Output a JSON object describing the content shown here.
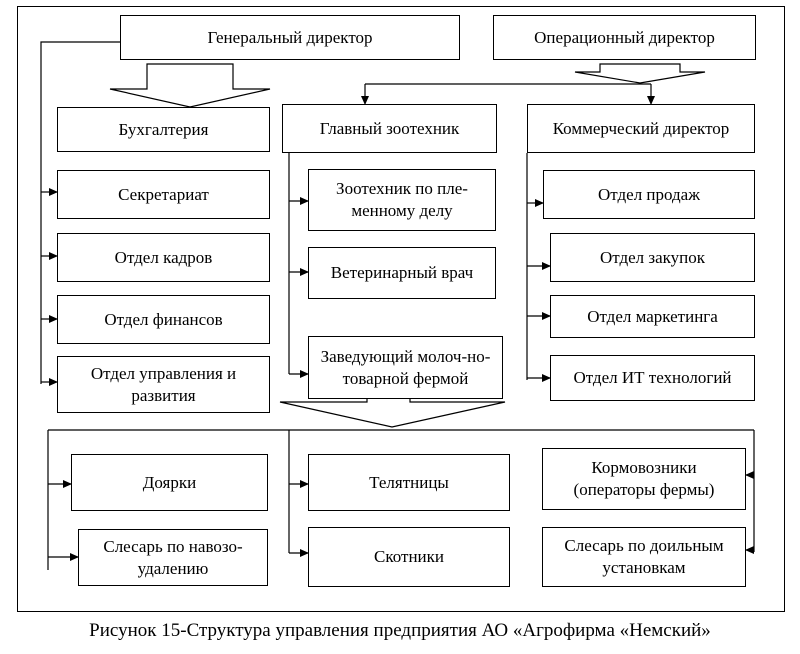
{
  "boxes": {
    "gen_dir": "Генеральный директор",
    "op_dir": "Операционный директор",
    "accounting": "Бухгалтерия",
    "chief_zoo": "Главный зоотехник",
    "com_dir": "Коммерческий директор",
    "secretariat": "Секретариат",
    "hr": "Отдел кадров",
    "finance": "Отдел финансов",
    "mgmt_dev": "Отдел управления и развития",
    "zoo_breeding": "Зоотехник по пле-менному делу",
    "vet": "Ветеринарный врач",
    "dairy_head": "Заведующий молоч-но-товарной фермой",
    "sales": "Отдел продаж",
    "purchases": "Отдел закупок",
    "marketing": "Отдел маркетинга",
    "it": "Отдел ИТ технологий",
    "milkers": "Доярки",
    "calf_keepers": "Телятницы",
    "feed_dist": "Кормовозники (операторы фермы)",
    "manure_fitter": "Слесарь по навозо-удалению",
    "cattlemen": "Скотники",
    "milking_fitter": "Слесарь по доильным установкам"
  },
  "caption": "Рисунок 15-Структура управления предприятия АО «Агрофирма «Немский»"
}
